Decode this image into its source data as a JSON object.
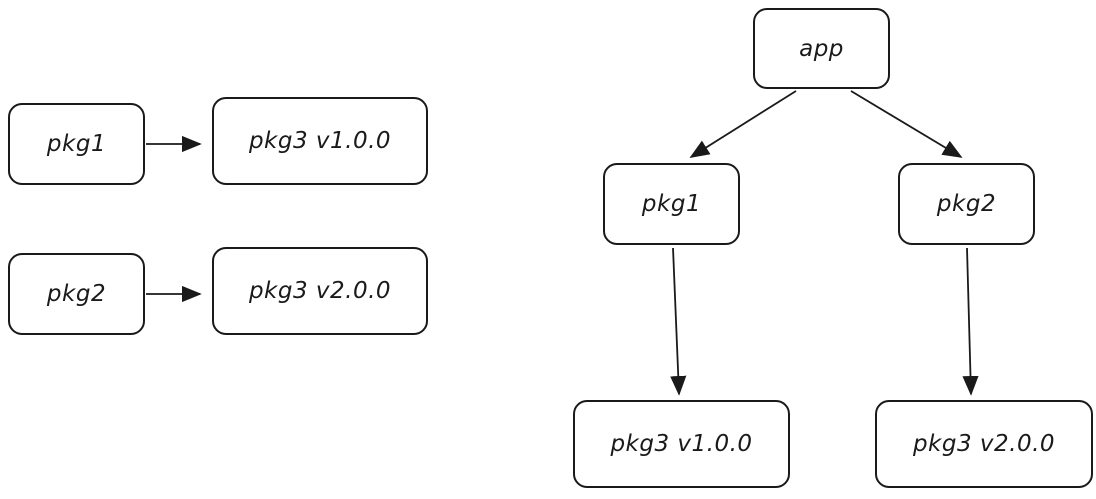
{
  "diagram": {
    "style": {
      "stroke_color": "#1a1a1a",
      "node_fill_color": "#ffffff",
      "background_color": "#ffffff"
    },
    "left_graph": {
      "nodes": [
        {
          "id": "pkg1",
          "label": "pkg1"
        },
        {
          "id": "pkg3_v1",
          "label": "pkg3 v1.0.0"
        },
        {
          "id": "pkg2",
          "label": "pkg2"
        },
        {
          "id": "pkg3_v2",
          "label": "pkg3 v2.0.0"
        }
      ],
      "edges": [
        {
          "from": "pkg1",
          "to": "pkg3_v1"
        },
        {
          "from": "pkg2",
          "to": "pkg3_v2"
        }
      ]
    },
    "right_graph": {
      "nodes": [
        {
          "id": "app",
          "label": "app"
        },
        {
          "id": "pkg1",
          "label": "pkg1"
        },
        {
          "id": "pkg2",
          "label": "pkg2"
        },
        {
          "id": "pkg3_v1",
          "label": "pkg3 v1.0.0"
        },
        {
          "id": "pkg3_v2",
          "label": "pkg3 v2.0.0"
        }
      ],
      "edges": [
        {
          "from": "app",
          "to": "pkg1"
        },
        {
          "from": "app",
          "to": "pkg2"
        },
        {
          "from": "pkg1",
          "to": "pkg3_v1"
        },
        {
          "from": "pkg2",
          "to": "pkg3_v2"
        }
      ]
    }
  }
}
